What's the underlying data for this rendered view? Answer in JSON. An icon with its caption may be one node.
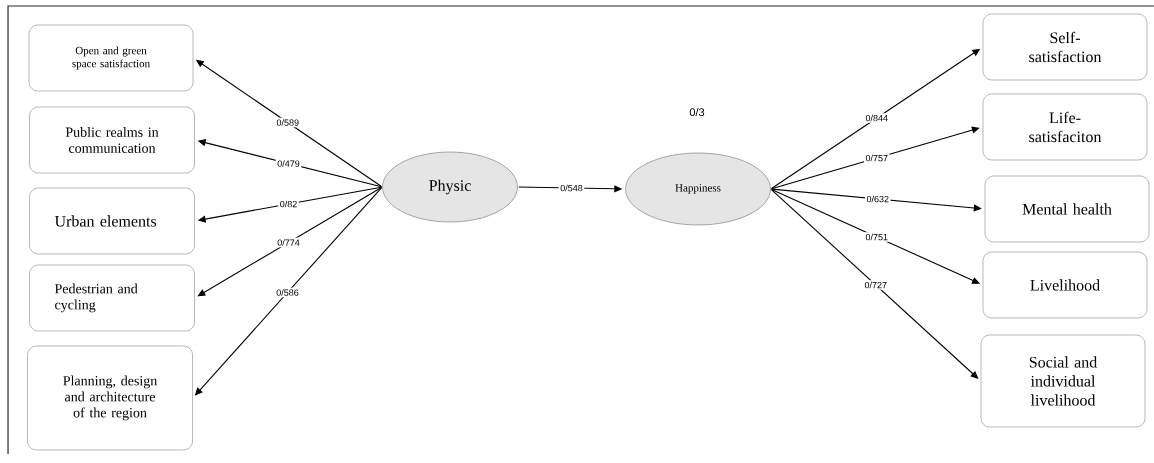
{
  "diagram": {
    "nodes": [
      {
        "text": [
          "Open and green space satisfaction"
        ]
      },
      {
        "text": [
          "Public realms in communication"
        ]
      },
      {
        "text": [
          "Urban elements"
        ]
      },
      {
        "text": [
          "Pedestrian and cycling"
        ]
      },
      {
        "text": [
          "Planning, design and architecture of the region"
        ]
      },
      {
        "text": [
          "Physic"
        ]
      },
      {
        "text": [
          "Happiness"
        ]
      },
      {
        "text": [
          "Self-satisfaction"
        ]
      },
      {
        "text": [
          "Life-satisfaciton"
        ]
      },
      {
        "text": [
          "Mental health"
        ]
      },
      {
        "text": [
          "Livelihood"
        ]
      },
      {
        "text": [
          "Social and individual livelihood"
        ]
      }
    ],
    "edges": [
      {
        "from": 5,
        "to": 0,
        "arrow": "to",
        "label": "0/589"
      },
      {
        "from": 5,
        "to": 1,
        "arrow": "to",
        "label": "0/479"
      },
      {
        "from": 5,
        "to": 2,
        "arrow": "to",
        "label": "0/82"
      },
      {
        "from": 5,
        "to": 3,
        "arrow": "to",
        "label": "0/774"
      },
      {
        "from": 5,
        "to": 4,
        "arrow": "to",
        "label": "0/586"
      },
      {
        "from": 5,
        "to": 6,
        "arrow": "to",
        "label": "0/548"
      },
      {
        "from": 6,
        "to": 7,
        "arrow": "to",
        "label": "0/844"
      },
      {
        "from": 6,
        "to": 8,
        "arrow": "to",
        "label": "0/757"
      },
      {
        "from": 6,
        "to": 9,
        "arrow": "to",
        "label": "0/632"
      },
      {
        "from": 6,
        "to": 10,
        "arrow": "to",
        "label": "0/751"
      },
      {
        "from": 6,
        "to": 11,
        "arrow": "to",
        "label": "0/727"
      }
    ],
    "labels": [
      "0/3"
    ]
  }
}
